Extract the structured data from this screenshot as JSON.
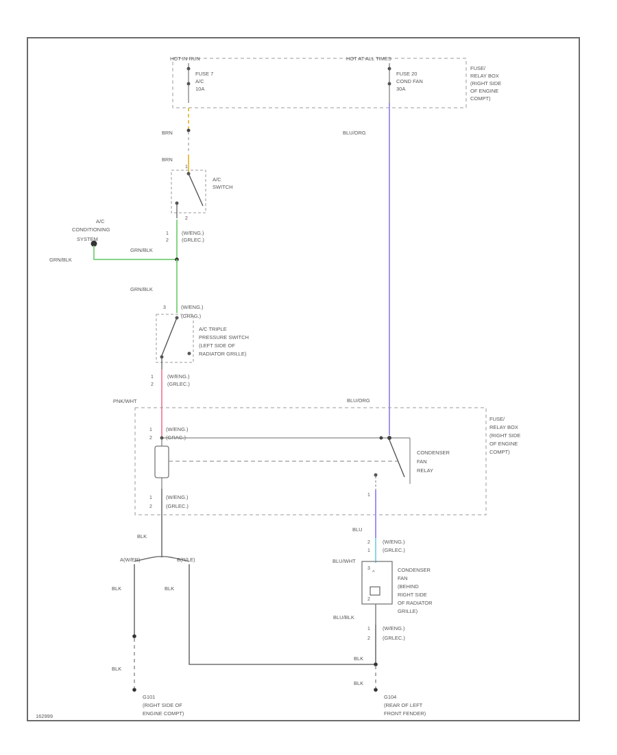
{
  "header": {
    "left_bus": "HOT IN RUN",
    "right_bus": "HOT AT ALL TIMES"
  },
  "fuses": [
    {
      "number": "FUSE 7",
      "circuit": "A/C",
      "rating": "10A"
    },
    {
      "number": "FUSE 20",
      "circuit": "COND FAN",
      "rating": "30A"
    }
  ],
  "fuse_box_label": [
    "FUSE/",
    "RELAY BOX",
    "(RIGHT SIDE",
    "OF ENGINE",
    "COMPT)"
  ],
  "fuse_box_lower_label": [
    "FUSE/",
    "RELAY BOX",
    "(RIGHT SIDE",
    "OF ENGINE",
    "COMPT)"
  ],
  "wire_labels": {
    "brn_1": "BRN",
    "brn_2": "BRN",
    "blu_org_top": "BLU/ORG",
    "blu_org_mid": "BLU/ORG",
    "grn_blk_1": "GRN/BLK",
    "grn_blk_2": "GRN/BLK",
    "grn_blk_3": "GRN/BLK",
    "pnk_wht": "PNK/WHT",
    "blk_relay": "BLK",
    "blk_left": "BLK",
    "blk_mid": "BLK",
    "blk_left_low": "BLK",
    "blu_fan": "BLU",
    "blu_wht": "BLU/WHT",
    "blu_blk": "BLU/BLK",
    "blk_right": "BLK",
    "blk_right_low": "BLK"
  },
  "components": {
    "ac_switch": [
      "A/C",
      "SWITCH"
    ],
    "ac_system": [
      "A/C",
      "CONDITIONING",
      "SYSTEM"
    ],
    "triple_switch": [
      "A/C TRIPLE",
      "PRESSURE SWITCH",
      "(LEFT SIDE OF",
      "RADIATOR GRILLE)"
    ],
    "condenser_relay": [
      "CONDENSER",
      "FAN",
      "RELAY"
    ],
    "condenser_motor": [
      "CONDENSER",
      "FAN",
      "(BEHIND",
      "RIGHT SIDE",
      "OF RADIATOR",
      "GRILLE)"
    ]
  },
  "connectors": {
    "c1": [
      "(W/ENG.)",
      "(GRLEC.)"
    ],
    "c2": [
      "(W/ENG.)",
      "(GRAG.)"
    ],
    "c3": [
      "(W/ENG.)",
      "(GRLEC.)"
    ],
    "c4": [
      "(W/ENG.)",
      "(GRAG.)"
    ],
    "c5": [
      "(W/ENG.)",
      "(GRLEC.)"
    ],
    "c6": [
      "(W/ENG.)",
      "(GRLEC.)"
    ],
    "c7": [
      "(W/ENG.)",
      "(GRLEC.)"
    ],
    "split_left": "A(W/ER)",
    "split_right": "B(R/LE)"
  },
  "pins": {
    "p1": "1",
    "p2": "2",
    "p3": "3",
    "p4": "1",
    "p5": "2",
    "p6": "1",
    "p7": "2",
    "p8": "1",
    "p9": "2",
    "p10": "1",
    "p11": "2",
    "p12": "1",
    "p13": "3",
    "p14": "2",
    "p15": "1",
    "p16": "2",
    "p17": "1",
    "p18": "2"
  },
  "grounds": {
    "left": [
      "G101",
      "(RIGHT SIDE OF",
      "ENGINE COMPT)"
    ],
    "right": [
      "G104",
      "(REAR OF LEFT",
      "FRONT FENDER)"
    ]
  },
  "footer_code": "162999",
  "colors": {
    "wire_brn": "#e6c24a",
    "wire_grn": "#86d486",
    "wire_pnk": "#f08fa4",
    "wire_blu": "#9f94ec",
    "wire_blu_wht": "#8fd6e0",
    "wire_blk": "#707070",
    "border": "#6a6a6a",
    "dash": "#9a9a9a"
  }
}
